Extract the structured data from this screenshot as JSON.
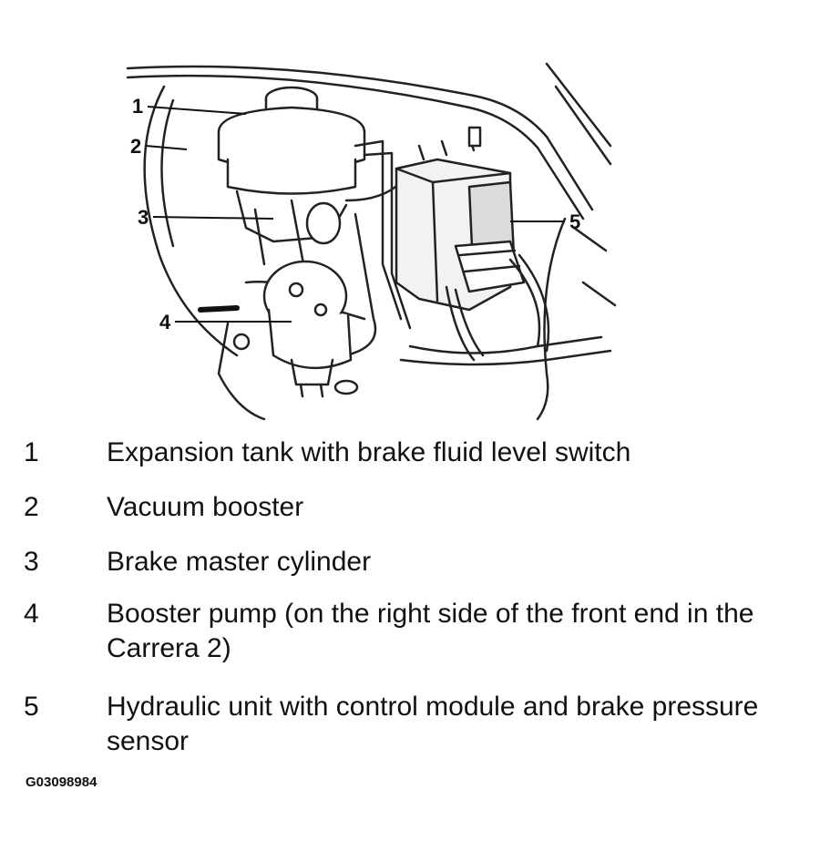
{
  "callouts": {
    "n1": "1",
    "n2": "2",
    "n3": "3",
    "n4": "4",
    "n5": "5"
  },
  "legend": {
    "items": [
      {
        "number": "1",
        "text": "Expansion tank with brake fluid level switch"
      },
      {
        "number": "2",
        "text": "Vacuum booster"
      },
      {
        "number": "3",
        "text": "Brake master cylinder"
      },
      {
        "number": "4",
        "text": "Booster pump (on the right side of the front end in the Carrera 2)"
      },
      {
        "number": "5",
        "text": "Hydraulic unit with control module and brake pressure sensor"
      }
    ]
  },
  "figure_id": "G03098984"
}
